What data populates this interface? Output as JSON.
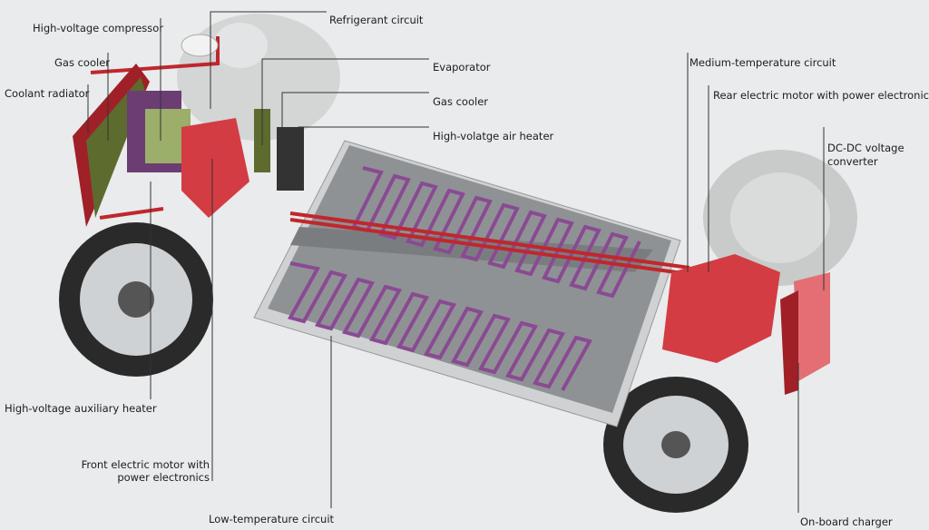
{
  "labels": {
    "refrigerant_circuit": "Refrigerant circuit",
    "hv_compressor": "High-voltage compressor",
    "gas_cooler_left": "Gas cooler",
    "coolant_radiator": "Coolant radiator",
    "evaporator": "Evaporator",
    "gas_cooler_right": "Gas cooler",
    "hv_air_heater": "High-volatge air heater",
    "medium_temp_circuit": "Medium-temperature circuit",
    "rear_motor": "Rear electric motor with power electronics",
    "dcdc_line1": "DC-DC voltage",
    "dcdc_line2": "converter",
    "hv_aux_heater": "High-voltage auxiliary heater",
    "front_motor_line1": "Front electric motor with",
    "front_motor_line2": "power electronics",
    "low_temp_circuit": "Low-temperature circuit",
    "onboard_charger": "On-board charger"
  },
  "colors": {
    "background": "#e9ebec",
    "coolant_red": "#c0272d",
    "low_temp_purple": "#8a4a93",
    "battery_gray": "#8c8f91",
    "leader": "#333333"
  }
}
